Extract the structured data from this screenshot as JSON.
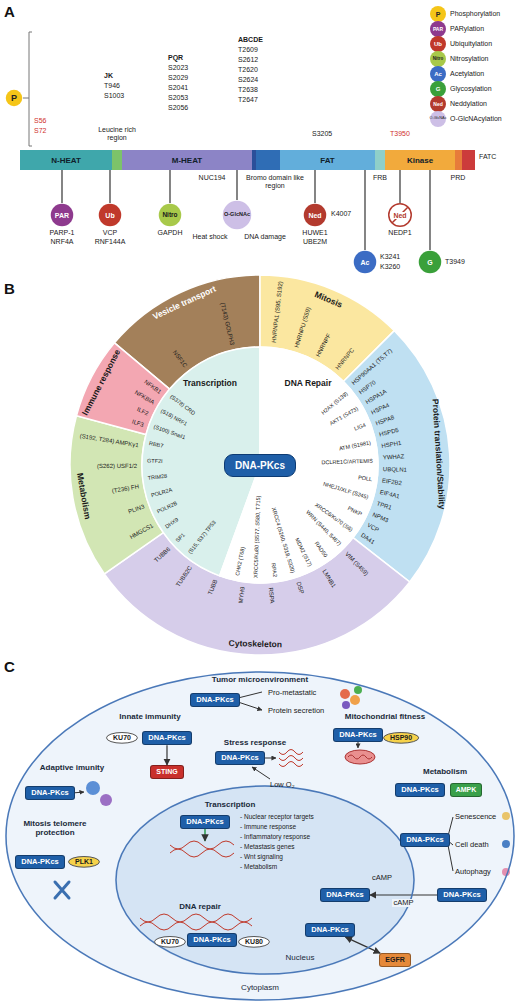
{
  "diagram": {
    "nodes": [
      {
        "text": [
          "P"
        ]
      },
      {
        "text": [
          "N-HEAT"
        ]
      },
      {
        "text": [
          "M-HEAT"
        ]
      },
      {
        "text": [
          "FAT"
        ]
      },
      {
        "text": [
          "Kinase"
        ]
      },
      {
        "text": [
          "PAR"
        ]
      },
      {
        "text": [
          "Ub"
        ]
      },
      {
        "text": [
          "Nitro"
        ]
      },
      {
        "text": [
          "O-GlcNAc"
        ]
      },
      {
        "text": [
          "Ned"
        ]
      },
      {
        "text": [
          "Ned"
        ]
      },
      {
        "text": [
          "Ac"
        ]
      },
      {
        "text": [
          "G"
        ]
      },
      {
        "text": [
          "Vesicle transport",
          "NSF1C",
          "(T143) GOLPH3"
        ]
      },
      {
        "text": [
          "Mitosis",
          "HNRNPA1 (S95, S192)",
          "HNRNPU (S59)",
          "HNRNPF",
          "HNRNPC"
        ]
      },
      {
        "text": [
          "Protein translation/Stability",
          "HSP90AA1 (T5,T7)",
          "HSP70",
          "HSPA1A",
          "HSPA4",
          "HSPA8",
          "HSPD5",
          "HSPH1",
          "YWHAZ",
          "UBQLN1",
          "EIF2B2",
          "EIF4A1",
          "TPR1",
          "NPM3",
          "VCP",
          "DA41"
        ]
      },
      {
        "text": [
          "Cytoskeleton",
          "VIM (S459)",
          "LMNB1",
          "DSP",
          "RSPA",
          "MYH9",
          "TUBB",
          "TUBB2C",
          "TUBB6"
        ]
      },
      {
        "text": [
          "Metabolism",
          "HMGCS1",
          "PLIN3",
          "(T236) FH",
          "(S262) USF1/2",
          "(S192, T284) AMPKγ1"
        ]
      },
      {
        "text": [
          "Immune response",
          "ILF3",
          "ILF2",
          "NFKBIA",
          "NFKB1"
        ]
      },
      {
        "text": [
          "Transcription",
          "(S15, S37) TP53",
          "SP1",
          "DHX9",
          "POLR2B",
          "POLR2A",
          "TRIM28",
          "GTF2I",
          "RBB7",
          "(S100) Snail1",
          "(S18) NRF1",
          "(S378) CRD"
        ]
      },
      {
        "text": [
          "DNA Repair",
          "H2AX (S139)",
          "AKT1 (S473)",
          "LIG4",
          "ATM (S1981)",
          "DCLRE1C/ARTEMIS",
          "POLL",
          "NHEJ1/XLF (S245)",
          "PNKP",
          "XRCC6/Ku70 (S6)",
          "WRN (S440, S467)",
          "RAD50",
          "MDM2 (S17)",
          "XRCC4 (S260, S318, S320)",
          "RPA2",
          "XRCC5/Ku80 (S577, S580, T715)",
          "CHK2 (T68)"
        ]
      },
      {
        "text": [
          "DNA-PKcs"
        ]
      },
      {
        "text": [
          "Cytoplasm"
        ]
      },
      {
        "text": [
          "Nucleus"
        ],
        "in": 22
      },
      {
        "text": [
          "DNA-PKcs"
        ],
        "in": 22
      },
      {
        "text": [
          "KU70"
        ],
        "in": 22
      },
      {
        "text": [
          "DNA-PKcs"
        ],
        "in": 22
      },
      {
        "text": [
          "STING"
        ],
        "in": 22
      },
      {
        "text": [
          "DNA-PKcs"
        ],
        "in": 22
      },
      {
        "text": [
          "HSP90"
        ],
        "in": 22
      },
      {
        "text": [
          "DNA-PKcs"
        ],
        "in": 22
      },
      {
        "text": [
          "DNA-PKcs"
        ],
        "in": 22
      },
      {
        "text": [
          "AMPK"
        ],
        "in": 22
      },
      {
        "text": [
          "DNA-PKcs"
        ],
        "in": 22
      },
      {
        "text": [
          "DNA-PKcs"
        ],
        "in": 22
      },
      {
        "text": [
          "PLK1"
        ],
        "in": 22
      },
      {
        "text": [
          "DNA-PKcs"
        ],
        "in": 22
      },
      {
        "text": [
          "DNA-PKcs"
        ],
        "in": 23
      },
      {
        "text": [
          "KU70"
        ],
        "in": 23
      },
      {
        "text": [
          "DNA-PKcs"
        ],
        "in": 23
      },
      {
        "text": [
          "KU80"
        ],
        "in": 23
      },
      {
        "text": [
          "DNA-PKcs"
        ],
        "in": 23
      },
      {
        "text": [
          "DNA-PKcs"
        ],
        "in": 22
      },
      {
        "text": [
          "DNA-PKcs"
        ],
        "in": 23
      },
      {
        "text": [
          "EGFR"
        ],
        "in": 22
      }
    ],
    "edges": [
      {
        "from": 5,
        "to": 1,
        "arrow": "none"
      },
      {
        "from": 6,
        "to": 1,
        "arrow": "none"
      },
      {
        "from": 7,
        "to": 2,
        "arrow": "none"
      },
      {
        "from": 8,
        "to": 2,
        "arrow": "none"
      },
      {
        "from": 9,
        "to": 3,
        "arrow": "none"
      },
      {
        "from": 10,
        "to": 4,
        "arrow": "none"
      },
      {
        "from": 11,
        "to": 3,
        "arrow": "none"
      },
      {
        "from": 12,
        "to": 4,
        "arrow": "none"
      },
      {
        "from": 26,
        "to": 27,
        "arrow": "to"
      },
      {
        "from": 42,
        "to": 41,
        "label": "cAMP",
        "arrow": "to"
      },
      {
        "from": 43,
        "to": 44,
        "arrow": "both"
      }
    ],
    "labels": [
      "A",
      "S56",
      "S72",
      "JK",
      "T946",
      "S1003",
      "PQR",
      "S2023",
      "S2029",
      "S2041",
      "S2053",
      "S2056",
      "ABCDE",
      "T2609",
      "S2612",
      "T2620",
      "S2624",
      "T2638",
      "T2647",
      "S3205",
      "T3950",
      "Leucine rich region",
      "NUC194",
      "Bromo domain like region",
      "FRB",
      "PRD",
      "FATC",
      "P",
      "PAR",
      "Ub",
      "Nitro",
      "Ac",
      "G",
      "Ned",
      "O-GlcNAc",
      "PARP-1",
      "NRF4A",
      "VCP",
      "RNF144A",
      "GAPDH",
      "Heat shock",
      "DNA damage",
      "HUWE1",
      "UBE2M",
      "K4007",
      "NEDP1",
      "K3241",
      "K3260",
      "T3949",
      "B",
      "C",
      "Tumor microenvironment",
      "Pro-metastatic",
      "Protein secretion",
      "Innate immunity",
      "Mitochondrial fitness",
      "Stress response",
      "Low O₂",
      "Metabolism",
      "Adaptive imunity",
      "Mitosis telomere protection",
      "Senescence",
      "Cell death",
      "Autophagy",
      "Transcription",
      "- Nuclear receptor targets",
      "- Immune response",
      "- Inflammatory response",
      "- Metastasis genes",
      "- Wnt signaling",
      "- Metabolism",
      "DNA repair",
      "cAMP"
    ],
    "legend": [
      {
        "text": "Phosphorylation",
        "color": "#f5c518"
      },
      {
        "text": "PARylation",
        "color": "#8e3a8e"
      },
      {
        "text": "Ubiquitylation",
        "color": "#c0392b"
      },
      {
        "text": "Nitrosylation",
        "color": "#a8c94a"
      },
      {
        "text": "Acetylation",
        "color": "#3b6cc4"
      },
      {
        "text": "Glycosylation",
        "color": "#3aa03a"
      },
      {
        "text": "Neddylation",
        "color": "#b33a2e"
      },
      {
        "text": "O-GlcNAcylation",
        "color": "#cdbfe6"
      }
    ]
  }
}
